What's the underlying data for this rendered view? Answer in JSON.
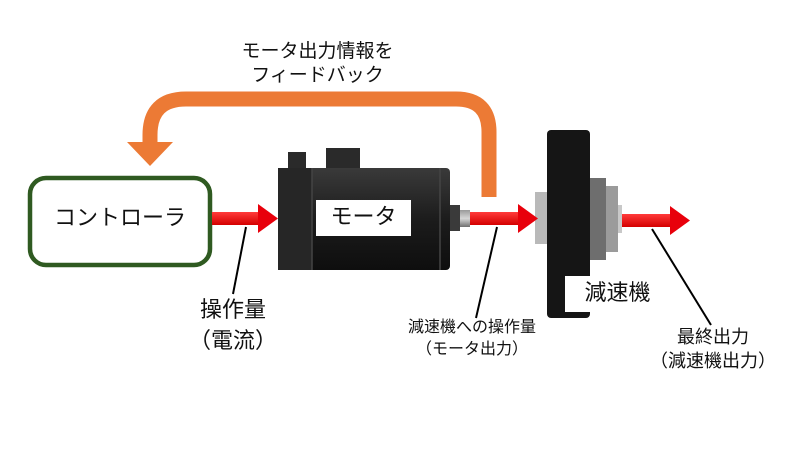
{
  "feedback_label": {
    "line1": "モータ出力情報を",
    "line2": "フィードバック"
  },
  "controller_label": "コントローラ",
  "motor_label": "モータ",
  "reducer_label": "減速機",
  "operation_amount_label": {
    "line1": "操作量",
    "line2": "（電流）"
  },
  "reducer_operation_label": {
    "line1": "減速機への操作量",
    "line2": "（モータ出力）"
  },
  "final_output_label": {
    "line1": "最終出力",
    "line2": "（減速機出力）"
  },
  "colors": {
    "signal_arrow": "#e8000b",
    "feedback_arrow": "#ec7a35",
    "controller_border": "#2f5a21",
    "motor_body": "#1c1c1c",
    "reducer_body": "#151515"
  }
}
